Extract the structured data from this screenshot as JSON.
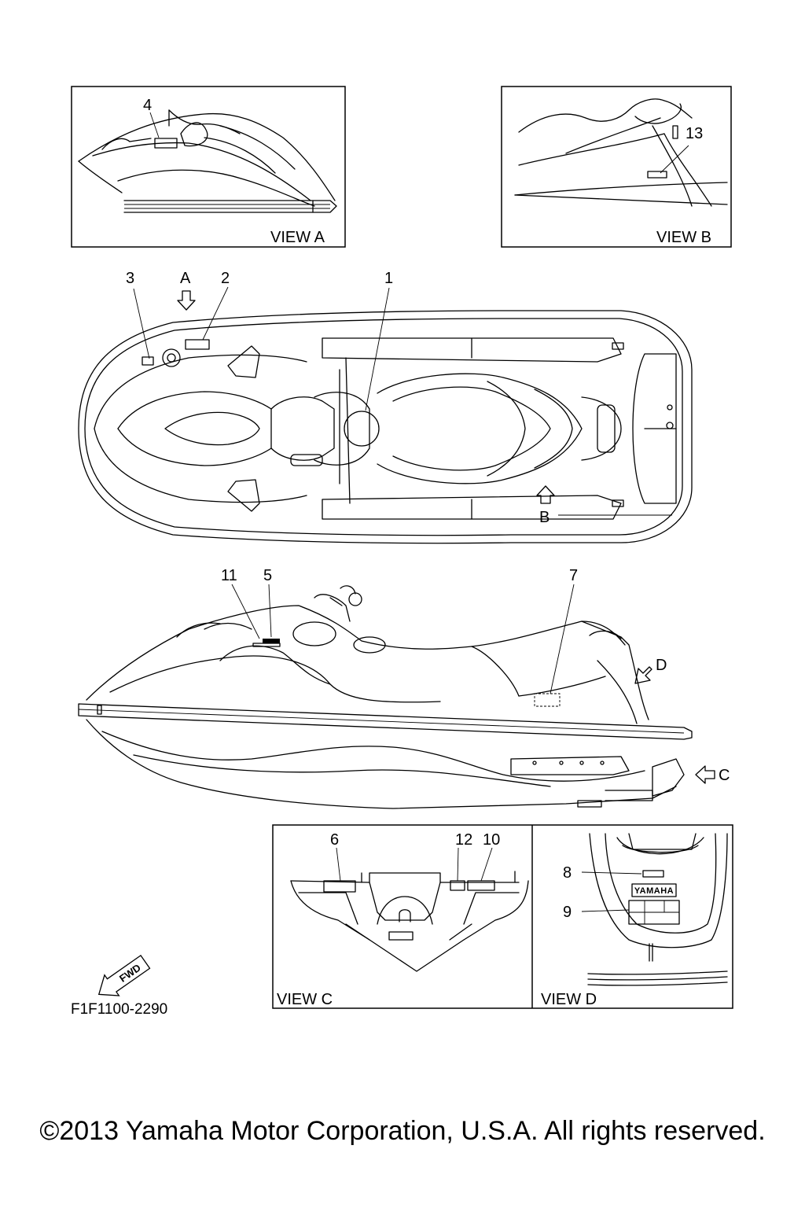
{
  "callouts": {
    "c1": "1",
    "c2": "2",
    "c3": "3",
    "c4": "4",
    "c5": "5",
    "c6": "6",
    "c7": "7",
    "c8": "8",
    "c9": "9",
    "c10": "10",
    "c11": "11",
    "c12": "12",
    "c13": "13"
  },
  "view_letters": {
    "a": "A",
    "b": "B",
    "c": "C",
    "d": "D"
  },
  "view_titles": {
    "view_a": "VIEW A",
    "view_b": "VIEW B",
    "view_c": "VIEW C",
    "view_d": "VIEW D"
  },
  "fwd_label": "FWD",
  "brand_text": "YAMAHA",
  "figure_code": "F1F1100-2290",
  "copyright": "©2013 Yamaha Motor Corporation, U.S.A. All rights reserved."
}
